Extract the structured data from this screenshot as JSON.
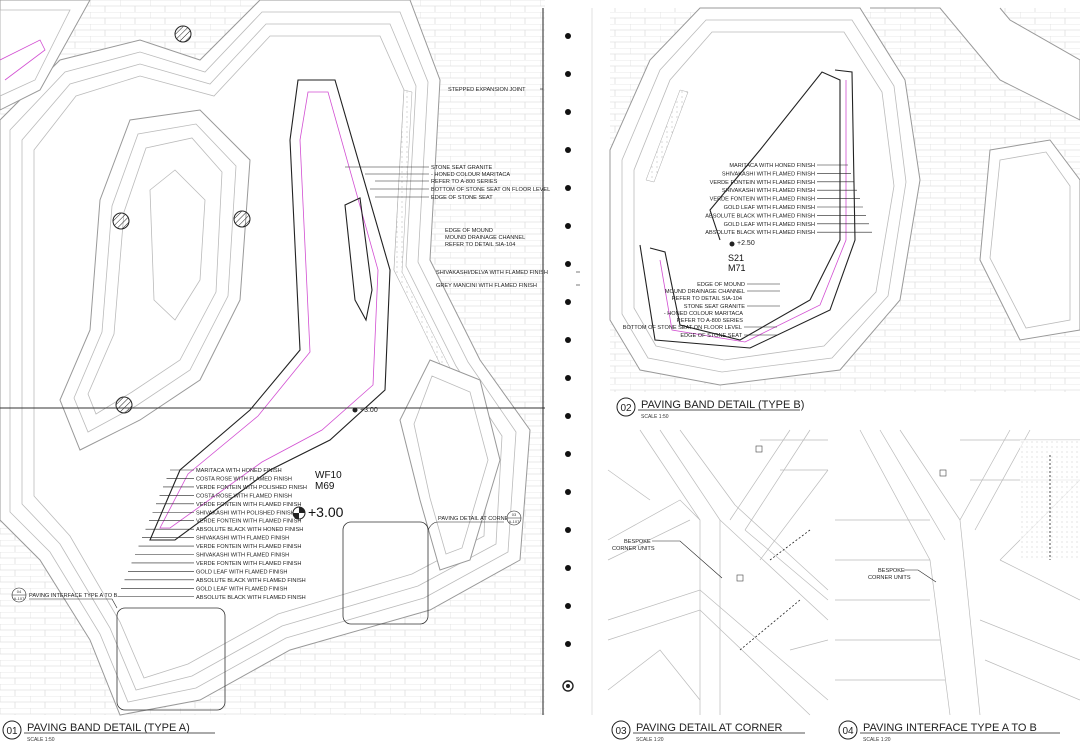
{
  "panel_01": {
    "number": "01",
    "title": "PAVING BAND DETAIL (TYPE A)",
    "scale": "SCALE 1:50",
    "stone_seat_labels": [
      "STEPPED EXPANSION JOINT",
      "STONE SEAT GRANITE",
      "- HONED COLOUR MARITACA",
      "REFER TO A-800 SERIES",
      "BOTTOM OF STONE SEAT ON FLOOR LEVEL",
      "EDGE OF STONE SEAT",
      "EDGE OF MOUND",
      "MOUND DRAINAGE CHANNEL",
      "REFER TO DETAIL SIA-104",
      "SHIVAKASHI/DELVA WITH FLAMED FINISH",
      "GREY MANCINI WITH FLAMED FINISH"
    ],
    "material_labels": [
      "MARITACA WITH HONED FINISH",
      "COSTA ROSE WITH FLAMED FINISH",
      "VERDE FONTEIN WITH POLISHED FINISH",
      "COSTA ROSE WITH FLAMED FINISH",
      "VERDE FONTEIN WITH FLAMED FINISH",
      "SHIVAKASHI WITH POLISHED FINISH",
      "VERDE FONTEIN WITH FLAMED FINISH",
      "ABSOLUTE BLACK WITH HONED FINISH",
      "SHIVAKASHI WITH FLAMED FINISH",
      "VERDE FONTEIN WITH FLAMED FINISH",
      "SHIVAKASHI WITH FLAMED FINISH",
      "VERDE FONTEIN WITH FLAMED FINISH",
      "GOLD LEAF WITH FLAMED FINISH",
      "ABSOLUTE BLACK WITH FLAMED FINISH",
      "GOLD LEAF WITH FLAMED FINISH",
      "ABSOLUTE BLACK WITH FLAMED FINISH"
    ],
    "level_small": "+3.00",
    "mound_code_1": "WF10",
    "mound_code_2": "M69",
    "level_big": "+3.00",
    "callout_corner": "PAVING DETAIL AT CORNER",
    "callout_corner_ref_top": "03",
    "callout_corner_ref_bottom": "A-107",
    "callout_interface": "PAVING INTERFACE TYPE A TO B",
    "callout_interface_ref_top": "04",
    "callout_interface_ref_bottom": "A-107"
  },
  "panel_02": {
    "number": "02",
    "title": "PAVING BAND DETAIL (TYPE B)",
    "scale": "SCALE 1:50",
    "material_labels": [
      "MARITACA WITH HONED FINISH",
      "SHIVAKASHI WITH FLAMED FINISH",
      "VERDE FONTEIN WITH FLAMED FINISH",
      "SHIVAKASHI WITH FLAMED FINISH",
      "VERDE FONTEIN WITH FLAMED FINISH",
      "GOLD LEAF WITH FLAMED FINISH",
      "ABSOLUTE BLACK WITH FLAMED FINISH",
      "GOLD LEAF WITH FLAMED FINISH",
      "ABSOLUTE BLACK WITH FLAMED FINISH"
    ],
    "level": "+2.50",
    "mound_code_1": "S21",
    "mound_code_2": "M71",
    "seat_labels": [
      "EDGE OF MOUND",
      "MOUND DRAINAGE CHANNEL",
      "REFER TO DETAIL SIA-104",
      "STONE SEAT GRANITE",
      "- HONED COLOUR MARITACA",
      "REFER TO A-800 SERIES",
      "BOTTOM OF STONE SEAT ON FLOOR LEVEL",
      "EDGE OF STONE SEAT"
    ]
  },
  "panel_03": {
    "number": "03",
    "title": "PAVING DETAIL AT CORNER",
    "scale": "SCALE 1:20",
    "note": [
      "BESPOKE",
      "CORNER UNITS"
    ]
  },
  "panel_04": {
    "number": "04",
    "title": "PAVING INTERFACE TYPE A TO B",
    "scale": "SCALE 1:20",
    "note": [
      "BESPOKE",
      "CORNER UNITS"
    ]
  },
  "colors": {
    "line": "#222222",
    "pink": "#d24fd2",
    "grey": "#bbbbbb"
  }
}
